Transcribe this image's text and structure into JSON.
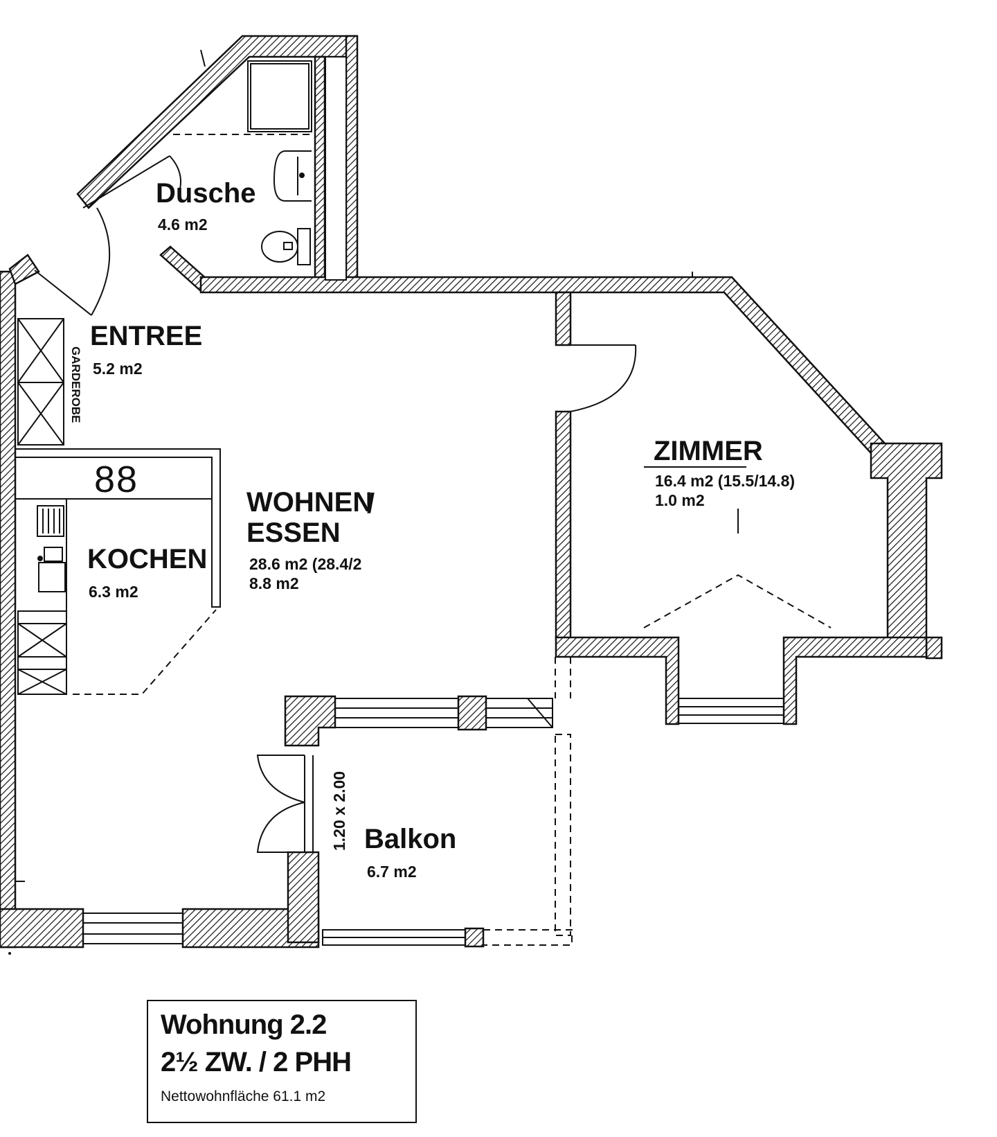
{
  "rooms": {
    "dusche": {
      "name": "Dusche",
      "area": "4.6 m2"
    },
    "entree": {
      "name": "ENTREE",
      "area": "5.2 m2"
    },
    "garderobe": {
      "name": "GARDEROBE"
    },
    "kochen": {
      "name": "KOCHEN",
      "area": "6.3 m2"
    },
    "wohnen": {
      "name_line1": "WOHNEN",
      "name_slash": "/",
      "name_line2": "ESSEN",
      "area": "28.6 m2 (28.4/2",
      "area2": "8.8 m2"
    },
    "zimmer": {
      "name": "ZIMMER",
      "area": "16.4 m2 (15.5/14.8)",
      "area2": "1.0 m2"
    },
    "balkon": {
      "name": "Balkon",
      "area": "6.7 m2",
      "door_size": "1.20 x 2.00"
    }
  },
  "cooktop_symbol": "88",
  "info": {
    "title": "Wohnung 2.2",
    "type": "2½ ZW. / 2 PHH",
    "net_area": "Nettowohnfläche 61.1 m2"
  },
  "colors": {
    "ink": "#111111",
    "paper": "#ffffff"
  }
}
